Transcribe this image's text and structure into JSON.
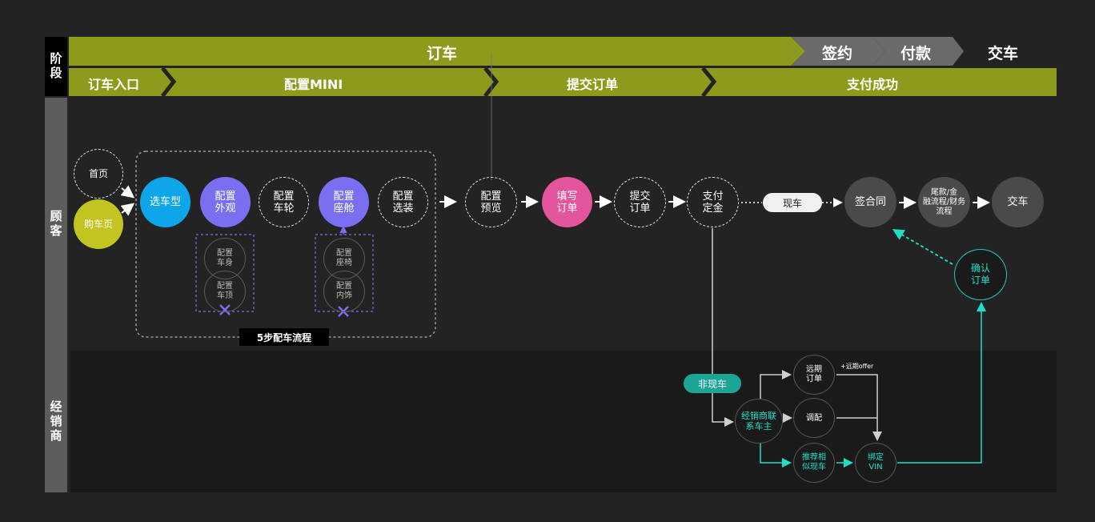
{
  "colors": {
    "olive": "#8e9a1c",
    "gray_stage": "#6a6a6a",
    "blue": "#0ea5e9",
    "purple": "#7a6ff0",
    "pink": "#e3559c",
    "lime": "#c3c322",
    "teal": "#1aa596",
    "teal_line": "#1ee0c8"
  },
  "rows": {
    "stage": "阶段",
    "customer": "顾客",
    "dealer": "经销商"
  },
  "stages": {
    "order": "订车",
    "sign": "签约",
    "pay": "付款",
    "deliver": "交车"
  },
  "substages": {
    "entry": "订车入口",
    "config": "配置MINI",
    "submit": "提交订单",
    "success": "支付成功"
  },
  "nodes": {
    "home": "首页",
    "buy": "购车页",
    "model": "选车型",
    "exterior": "配置\n外观",
    "wheel": "配置\n车轮",
    "cabin": "配置\n座舱",
    "options": "配置\n选装",
    "body": "配置\n车身",
    "roof": "配置\n车顶",
    "seat": "配置\n座椅",
    "interior": "配置\n内饰",
    "preview": "配置\n预览",
    "fill": "填写\n订单",
    "submit": "提交\n订单",
    "deposit": "支付\n定金",
    "contract": "签合同",
    "final": "尾款/金\n融流程/财务\n流程",
    "deliver": "交车",
    "confirm": "确认\n订单",
    "dealer_contact": "经销商联\n系车主",
    "far_order": "远期\n订单",
    "allocate": "调配",
    "recommend": "推荐相\n似现车",
    "bind": "绑定\nVIN"
  },
  "labels": {
    "five_steps": "5步配车流程",
    "in_stock": "现车",
    "not_in_stock": "非现车",
    "far_offer": "+远期offer"
  }
}
